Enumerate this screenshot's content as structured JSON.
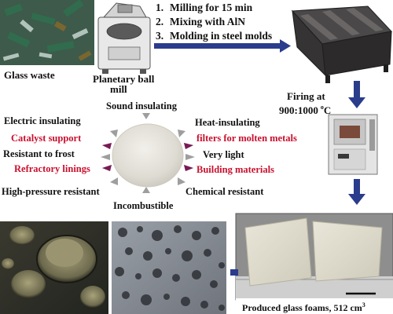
{
  "process": {
    "glass_waste": "Glass waste",
    "ball_mill_line1": "Planetary ball",
    "ball_mill_line2": "mill",
    "steps": [
      {
        "num": "1.",
        "text": "Milling for 15 min"
      },
      {
        "num": "2.",
        "text": "Mixing with AlN"
      },
      {
        "num": "3.",
        "text": "Molding in steel molds"
      }
    ],
    "firing_line1": "Firing at",
    "firing_line2": "900:1000",
    "firing_unit": "C",
    "firing_degree": "o",
    "foams_caption": "Produced glass foams, 512 cm",
    "foams_sup": "3"
  },
  "properties": {
    "sound": "Sound insulating",
    "electric": "Electric insulating",
    "heat": "Heat-insulating",
    "catalyst": "Catalyst support",
    "filters": "filters for molten metals",
    "frost": "Resistant to frost",
    "light": "Very light",
    "refractory": "Refractory linings",
    "building": "Building materials",
    "pressure": "High-pressure resistant",
    "chemical": "Chemical resistant",
    "incombustible": "Incombustible"
  },
  "colors": {
    "arrow_blue": "#2a3c8c",
    "application_red": "#c8102e",
    "spoke_gray": "#9e9e9e"
  }
}
